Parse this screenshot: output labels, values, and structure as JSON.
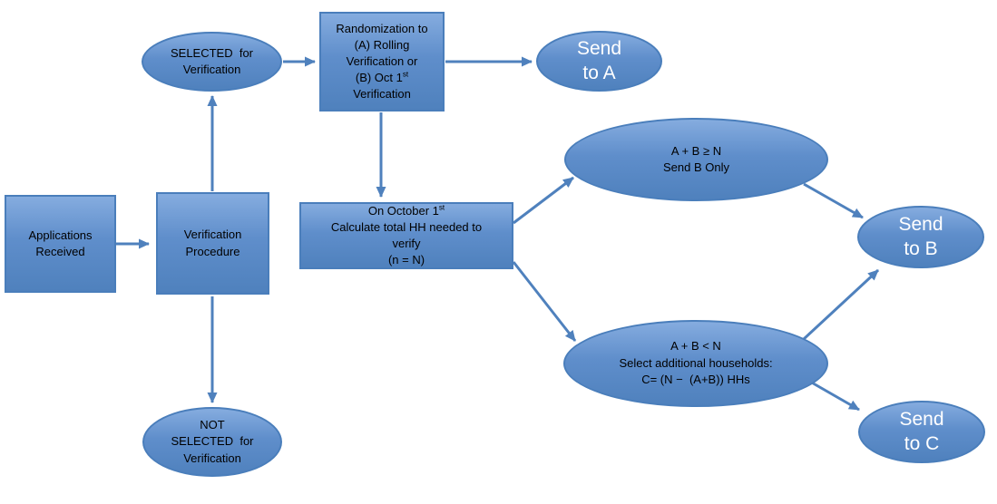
{
  "diagram": {
    "kind": "flowchart",
    "colors": {
      "shape_fill_top": "#85acdf",
      "shape_fill_bottom": "#4f81bd",
      "shape_border": "#4a7ebb",
      "arrow": "#4f81bd",
      "text_dark": "#000000",
      "text_light": "#ffffff"
    }
  },
  "nodes": {
    "applications": {
      "lines": [
        "Applications",
        "Received"
      ]
    },
    "verification": {
      "lines": [
        "Verification",
        "Procedure"
      ]
    },
    "selected": {
      "lines": [
        "SELECTED  for",
        "Verification"
      ]
    },
    "not_selected": {
      "lines": [
        "NOT",
        "SELECTED  for",
        "Verification"
      ]
    },
    "randomization": {
      "line1": "Randomization to",
      "line2": "(A) Rolling",
      "line3": "Verification or",
      "line4_pre": "(B) Oct 1",
      "line4_sup": "st",
      "line5": "Verification"
    },
    "send_a": {
      "lines": [
        "Send",
        "to A"
      ]
    },
    "october": {
      "line1_pre": "On October 1",
      "line1_sup": "st",
      "line2": "Calculate total HH needed to",
      "line3": "verify",
      "line4": "(n = N)"
    },
    "ab_ge_n": {
      "lines": [
        "A + B ≥ N",
        "Send B Only"
      ]
    },
    "ab_lt_n": {
      "lines": [
        "A + B < N",
        "Select additional households:",
        "C= (N −  (A+B)) HHs"
      ]
    },
    "send_b": {
      "lines": [
        "Send",
        "to B"
      ]
    },
    "send_c": {
      "lines": [
        "Send",
        "to C"
      ]
    }
  }
}
